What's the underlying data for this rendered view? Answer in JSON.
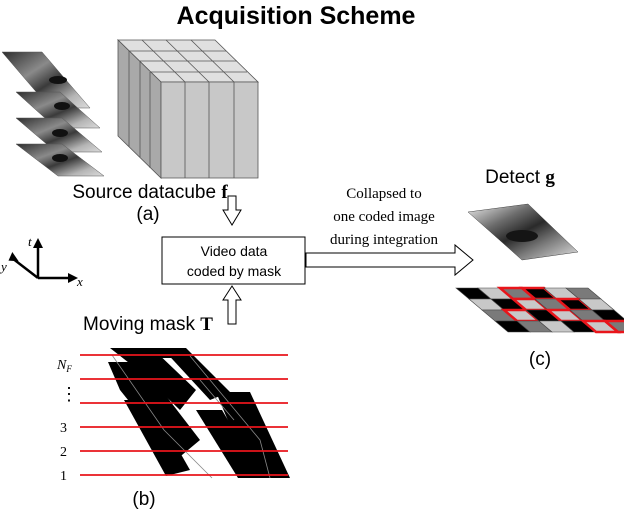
{
  "title": "Acquisition Scheme",
  "source": {
    "label": "Source datacube",
    "symbol": "f",
    "panel": "(a)"
  },
  "axes": {
    "t": "t",
    "x": "x",
    "y": "y"
  },
  "process_box": {
    "line1": "Video data",
    "line2": "coded by mask"
  },
  "collapse_label": {
    "line1": "Collapsed to",
    "line2": "one coded image",
    "line3": "during integration"
  },
  "mask": {
    "label": "Moving mask",
    "symbol": "T",
    "panel": "(b)"
  },
  "frame_labels": {
    "nf": "N",
    "nf_sub": "F",
    "dots": "⋮",
    "three": "3",
    "two": "2",
    "one": "1"
  },
  "detect": {
    "label": "Detect",
    "symbol": "g",
    "panel": "(c)"
  },
  "colors": {
    "red": "#e8151b",
    "black": "#000000",
    "cube_face": "#c8c8c8",
    "cube_top": "#e0e0e0",
    "cube_side": "#a9a9a9"
  }
}
